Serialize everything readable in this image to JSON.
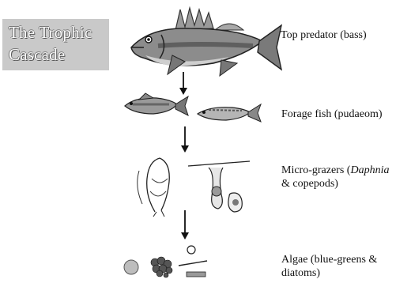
{
  "title": {
    "line1": "The Trophic",
    "line2": "Cascade"
  },
  "levels": [
    {
      "label": "Top predator (bass)"
    },
    {
      "label": "Forage fish (pudaeom)"
    },
    {
      "label_prefix": "Micro-grazers (",
      "label_italic": "Daphnia",
      "label_line2": "& copepods)"
    },
    {
      "label_line1": "Algae (blue-greens &",
      "label_line2": "diatoms)"
    }
  ]
}
